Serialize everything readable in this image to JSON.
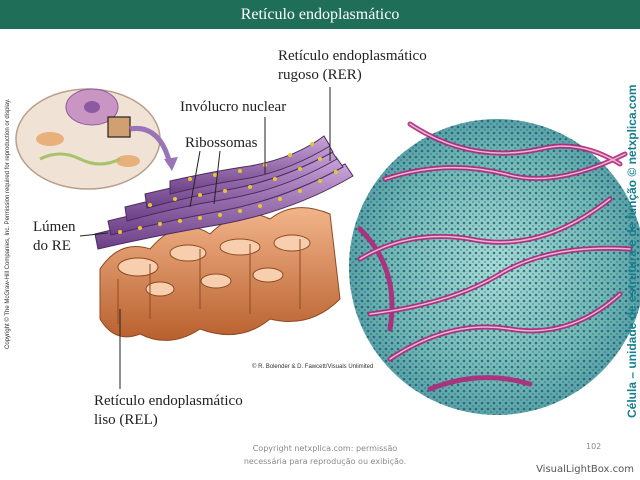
{
  "slide": {
    "title": "Retículo endoplasmático",
    "labels": {
      "rer": "Retículo endoplasmático\nrugoso (RER)",
      "nuclear_envelope": "Invólucro nuclear",
      "ribosomes": "Ribossomas",
      "lumen": "Lúmen\ndo RE",
      "ser": "Retículo endoplasmático\nliso (REL)"
    },
    "image_credit": "© R. Bolender & D. Fawcett/Visuals Unlimited",
    "side_copyright": "Copyright © The McGraw-Hill Companies, Inc. Permission required for reproduction or display.",
    "side_brand": "Célula – unidade de estrutura e de função © netxplica.com",
    "footer_text": "Copyright netxplica.com: permissão\nnecessária para reprodução ou exibição.",
    "page_number": "102",
    "watermark": "VisualLightBox.com"
  },
  "colors": {
    "title_bar": "#1f6e57",
    "membrane_purple": "#8c5aa0",
    "ser_orange": "#c8703c",
    "ribosome_yellow": "#e8c832",
    "micrograph_bg": "#7fc8c0",
    "brand_teal": "#177f8e"
  }
}
